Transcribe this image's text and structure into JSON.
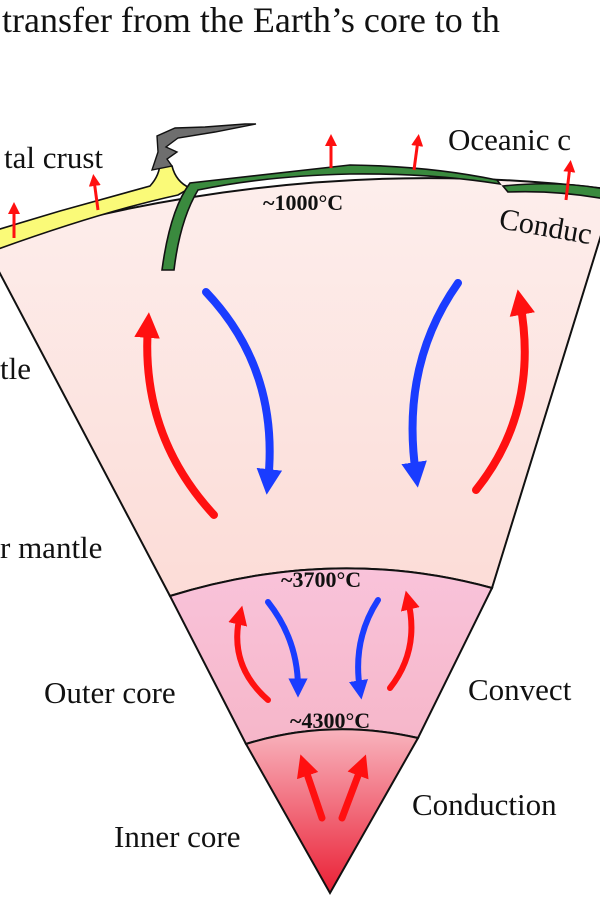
{
  "title": "transfer from the Earth’s core to th",
  "labels": {
    "continental_crust": "tal crust",
    "oceanic_crust": "Oceanic c",
    "mantle": "tle",
    "lower_mantle": "r mantle",
    "outer_core": "Outer core",
    "inner_core": "Inner core",
    "convection": "Convect",
    "conduction_crust": "Conduc",
    "conduction_core": "Conduction"
  },
  "temperatures": {
    "crust": "~1000°C",
    "mantle_core_boundary": "~3700°C",
    "inner_core_boundary": "~4300°C"
  },
  "colors": {
    "mantle": "#fde6e2",
    "outer_core": "#f8c0d6",
    "inner_core_top": "#f7b0bb",
    "inner_core_bottom": "#ec2a3c",
    "continental_crust": "#fafa78",
    "oceanic_crust": "#3a8a3e",
    "hot_arrow": "#ff1010",
    "cold_arrow": "#1a3cff"
  }
}
